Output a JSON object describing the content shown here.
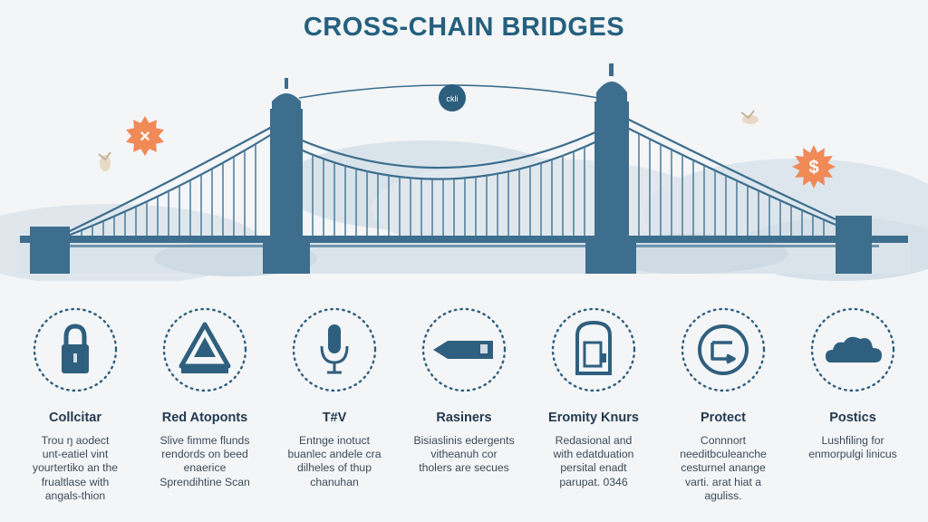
{
  "header": {
    "title": "CROSS-CHAIN BRIDGES"
  },
  "hero": {
    "badge_label": "ckli",
    "burst_right_symbol": "$",
    "burst_left_symbol": "×"
  },
  "colors": {
    "bridge": "#3d6e8e",
    "accent": "#f08a57",
    "title": "#24607f",
    "text": "#233a4f"
  },
  "features": [
    {
      "icon": "padlock-icon",
      "title": "Collcitar",
      "desc": "Trou ŋ aodect\nunt-eatiel vint\nyourtertiko an the\nfrualtlase with\nangals-thion"
    },
    {
      "icon": "warning-triangle-icon",
      "title": "Red Atoponts",
      "desc": "Slive fimme flunds\nrendords on beed\nenaerice\nSprendihtine Scan"
    },
    {
      "icon": "microphone-icon",
      "title": "T#V",
      "desc": "Entnge inotuct\nbuanlec andele cra\ndilheles of thup\nchanuhan"
    },
    {
      "icon": "bullet-token-icon",
      "title": "Rasiners",
      "desc": "Bisiaslinis edergents\nvitheanuh cor\ntholers are secues"
    },
    {
      "icon": "document-gate-icon",
      "title": "Eromity Knurs",
      "desc": "Redasional and\nwith edatduation\npersital enadt\nparupat. 0346"
    },
    {
      "icon": "exchange-icon",
      "title": "Protect",
      "desc": "Connnort\nneeditbculeanche\ncesturnel anange\nvarti. arat hiat a\naguliss."
    },
    {
      "icon": "cloud-icon",
      "title": "Postics",
      "desc": "Lushfiling for\nenmorpulgi linicus"
    }
  ]
}
